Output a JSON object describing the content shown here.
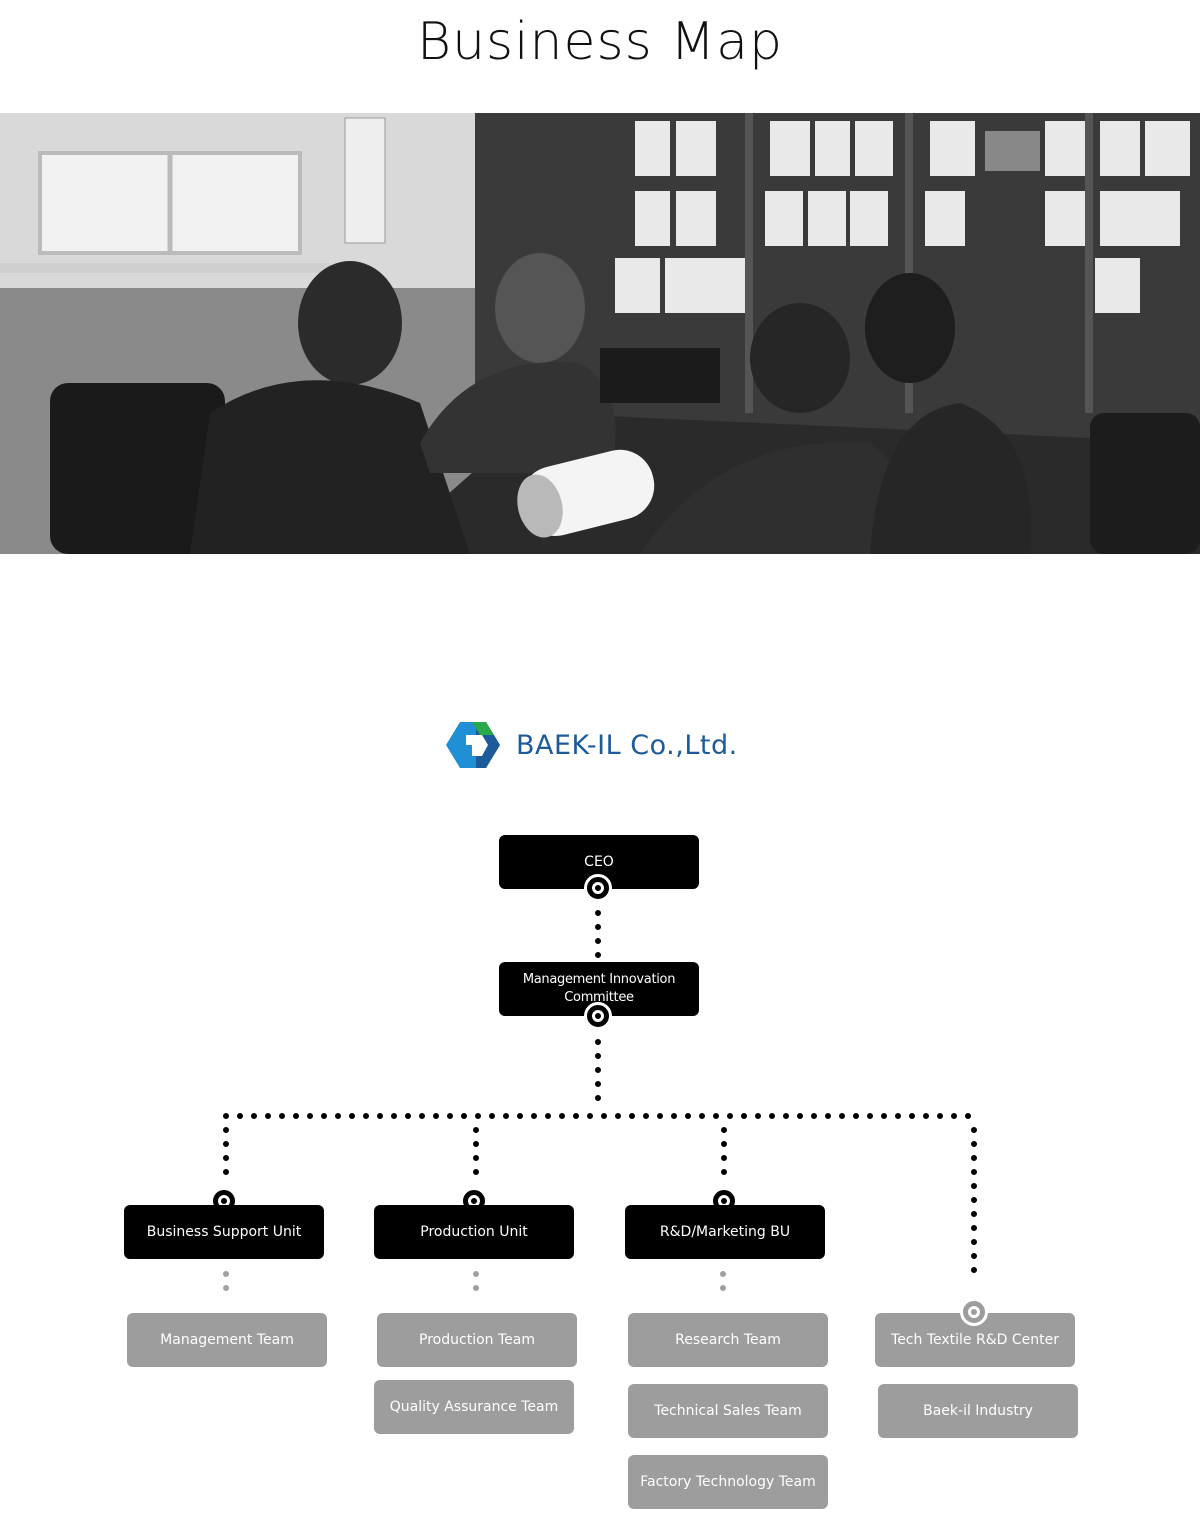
{
  "header": {
    "title": "Business Map"
  },
  "hero": {
    "image_description_icon": "office-meeting-photo",
    "tone": "grayscale"
  },
  "logo": {
    "text": "BAEK-IL Co.,Ltd.",
    "colors": {
      "blue": "#1d5a9a",
      "light_blue": "#1f8fd6",
      "green": "#2aa84a",
      "text": "#1d5a9a"
    }
  },
  "org": {
    "ceo": "CEO",
    "committee": "Management Innovation Committee",
    "units": [
      {
        "label": "Business Support Unit",
        "teams": [
          "Management Team"
        ]
      },
      {
        "label": "Production Unit",
        "teams": [
          "Production Team",
          "Quality Assurance Team"
        ]
      },
      {
        "label": "R&D/Marketing BU",
        "teams": [
          "Research Team",
          "Technical Sales Team",
          "Factory Technology Team"
        ]
      }
    ],
    "center": {
      "label": "Tech Textile R&D Center",
      "teams": [
        "Baek-il Industry"
      ]
    }
  },
  "colors": {
    "unit": "#000000",
    "team": "#9d9d9d",
    "connector": "#000000",
    "subconnector": "#a0a0a0"
  }
}
